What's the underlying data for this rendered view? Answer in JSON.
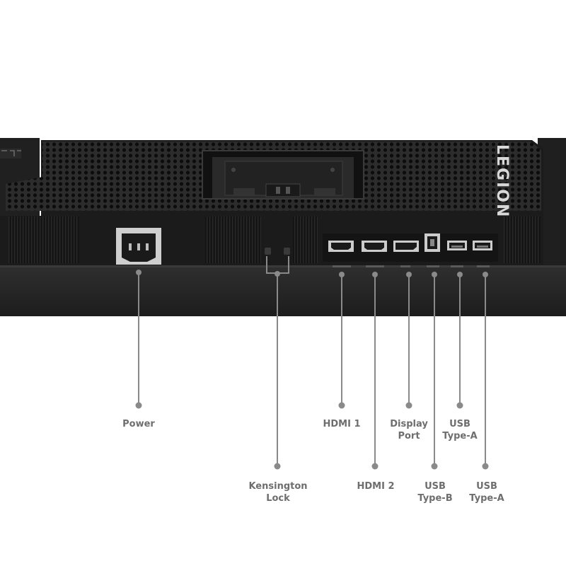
{
  "brand_mark": "LEGION",
  "colors": {
    "background": "#ffffff",
    "monitor_body": "#1b1b1b",
    "stand_bar": "#262626",
    "callout": "#8a8a8a",
    "label_text": "#6e6e6e"
  },
  "callouts": {
    "power": {
      "lines": [
        "Power"
      ]
    },
    "kensington": {
      "lines": [
        "Kensington",
        "Lock"
      ]
    },
    "hdmi1": {
      "lines": [
        "HDMI 1"
      ]
    },
    "hdmi2": {
      "lines": [
        "HDMI 2"
      ]
    },
    "displayport": {
      "lines": [
        "Display",
        "Port"
      ]
    },
    "usb_b": {
      "lines": [
        "USB",
        "Type-B"
      ]
    },
    "usb_a1": {
      "lines": [
        "USB",
        "Type-A"
      ]
    },
    "usb_a2": {
      "lines": [
        "USB",
        "Type-A"
      ]
    }
  }
}
